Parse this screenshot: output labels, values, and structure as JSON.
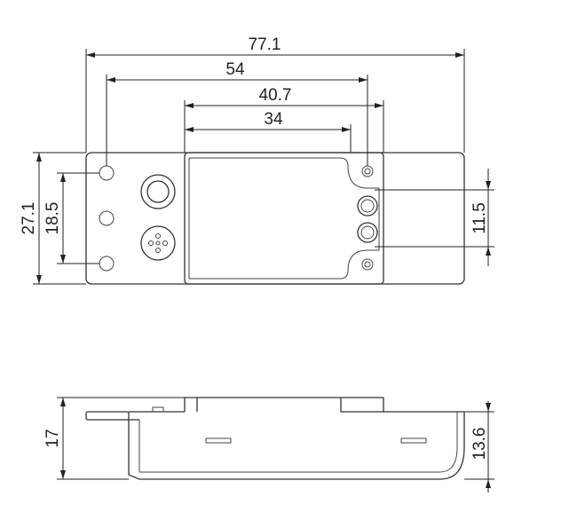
{
  "dimensions": {
    "overall_length": "77.1",
    "hole_span": "54",
    "body_length": "40.7",
    "inner_length": "34",
    "overall_height": "27.1",
    "hole_pitch": "18.5",
    "small_hole_span": "11.5",
    "side_height": "17",
    "body_height": "13.6"
  }
}
